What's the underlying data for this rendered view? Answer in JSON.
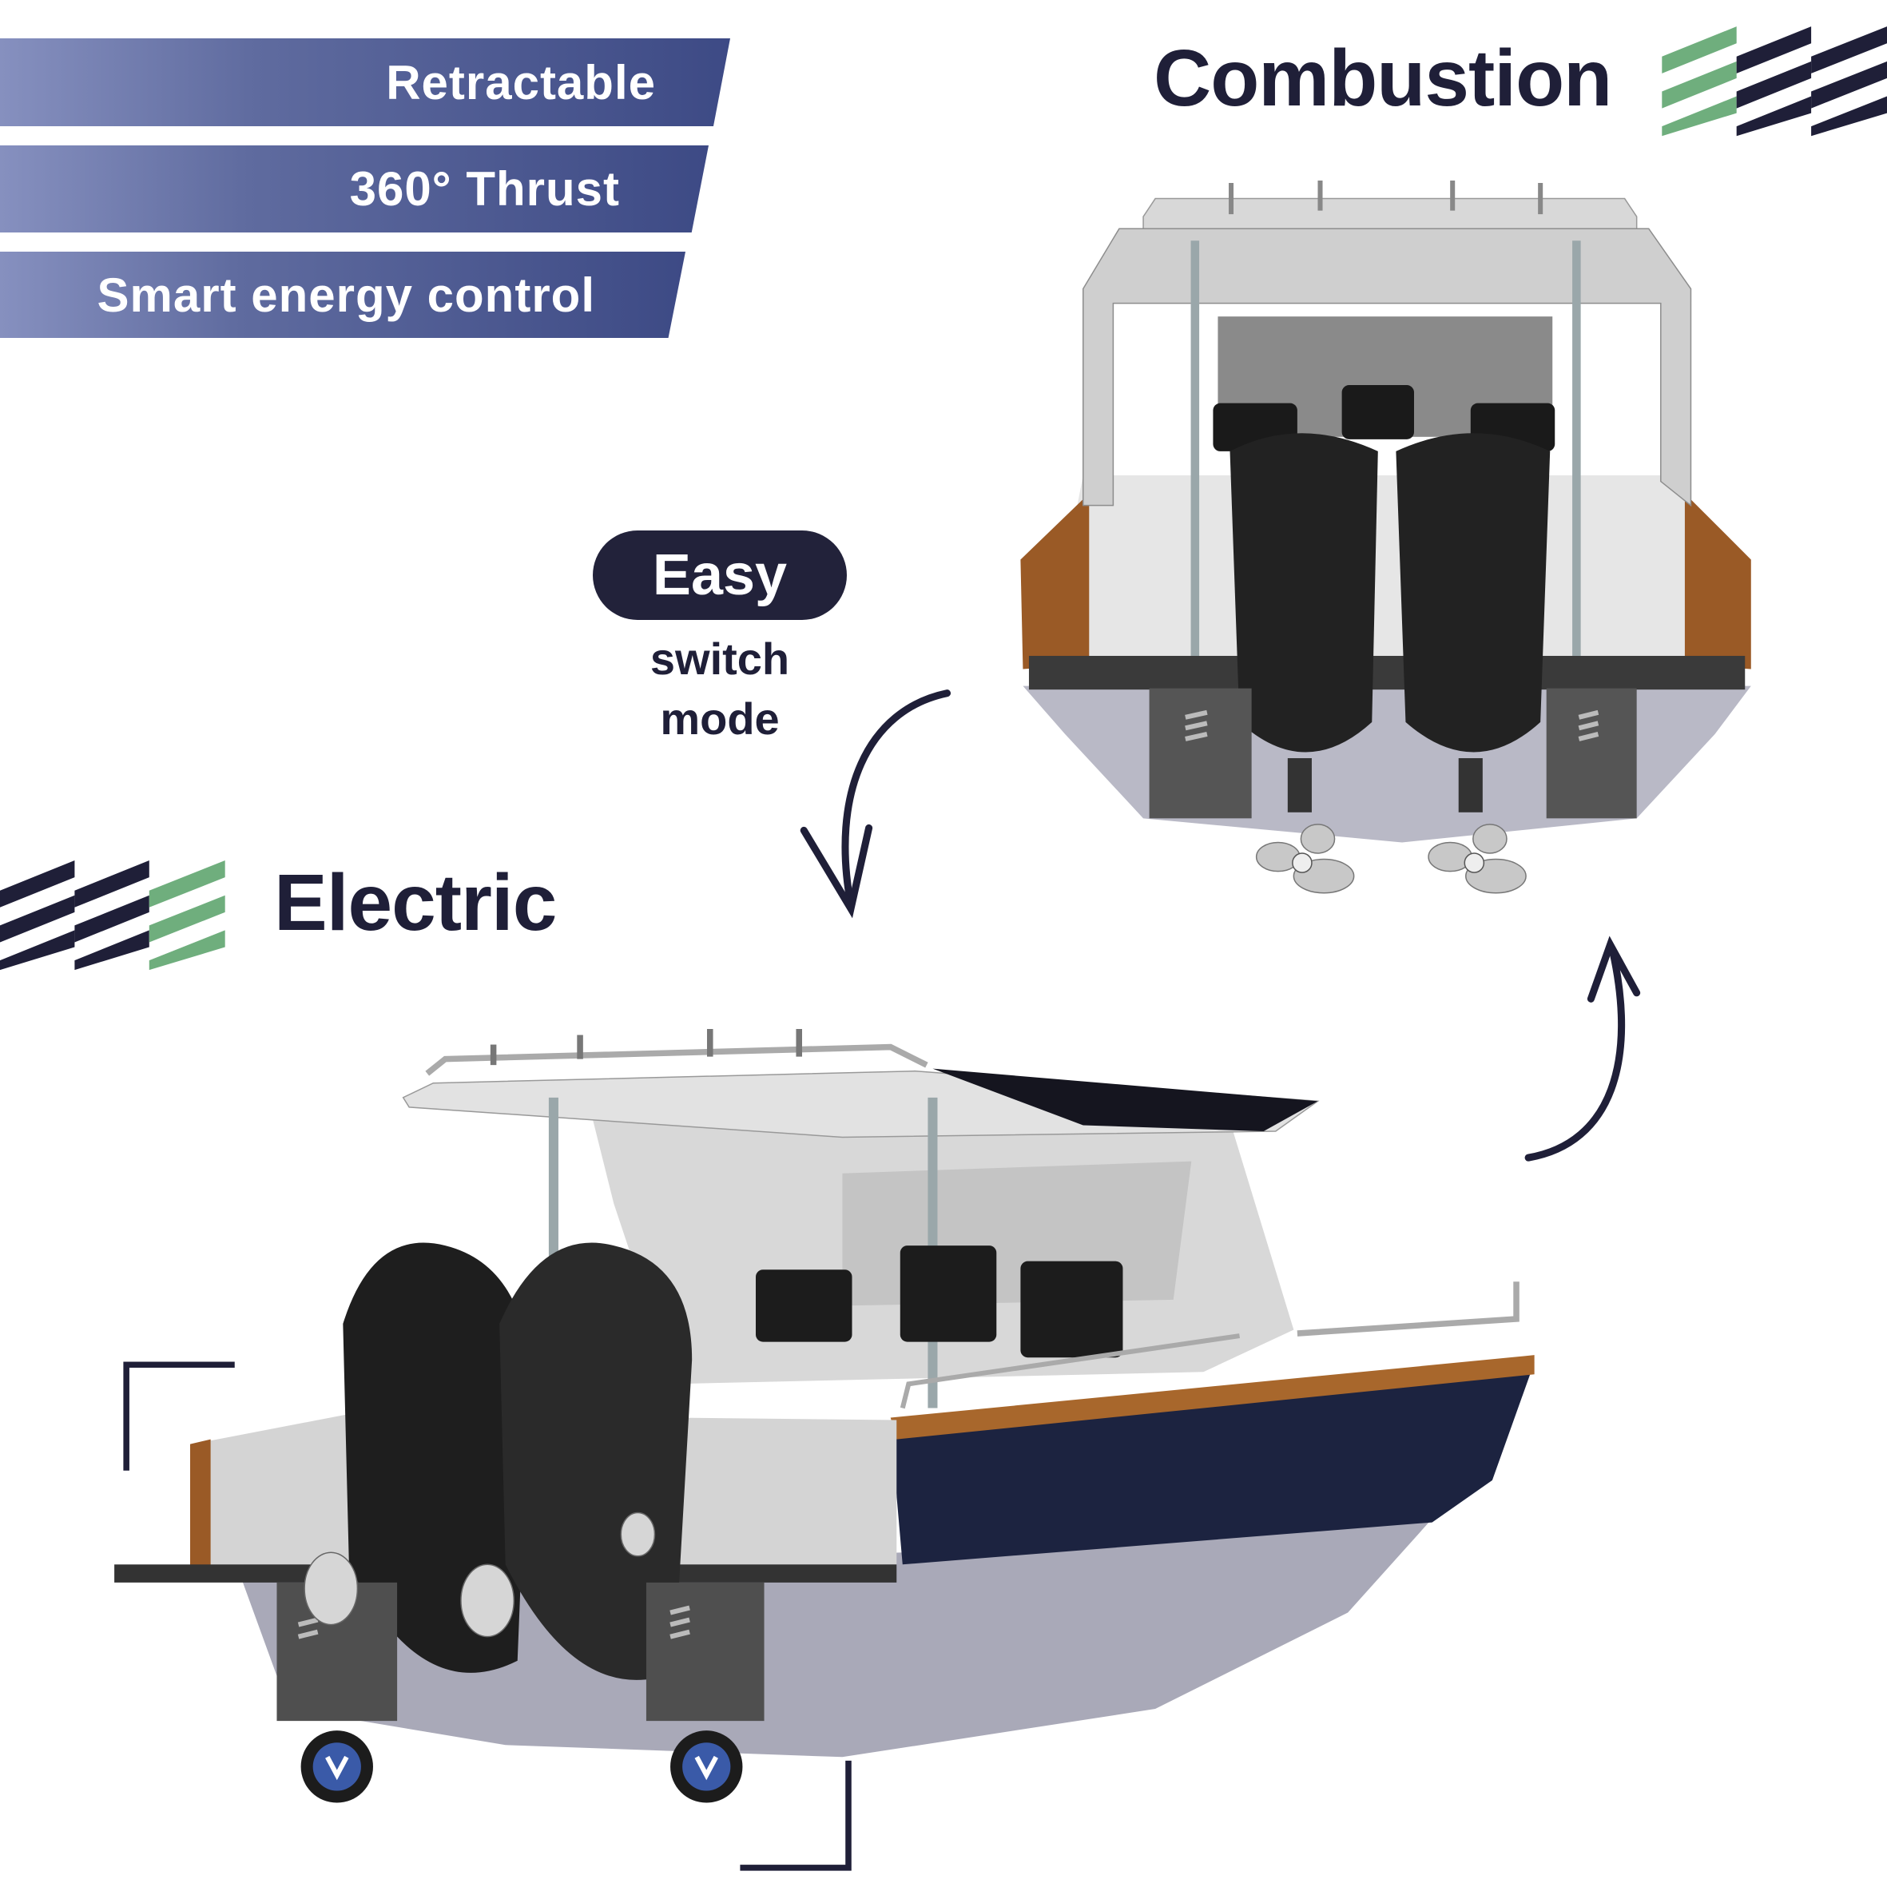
{
  "features": [
    "Retractable",
    "360° Thrust",
    "Smart energy control"
  ],
  "modes": {
    "combustion": "Combustion",
    "electric": "Electric"
  },
  "switch": {
    "badge": "Easy",
    "line1": "switch",
    "line2": "mode"
  },
  "colors": {
    "navy": "#1f1f38",
    "green": "#6fae7d",
    "banner": "#3d4a85",
    "hull_blue": "#1c2340",
    "wood": "#a8672c"
  }
}
